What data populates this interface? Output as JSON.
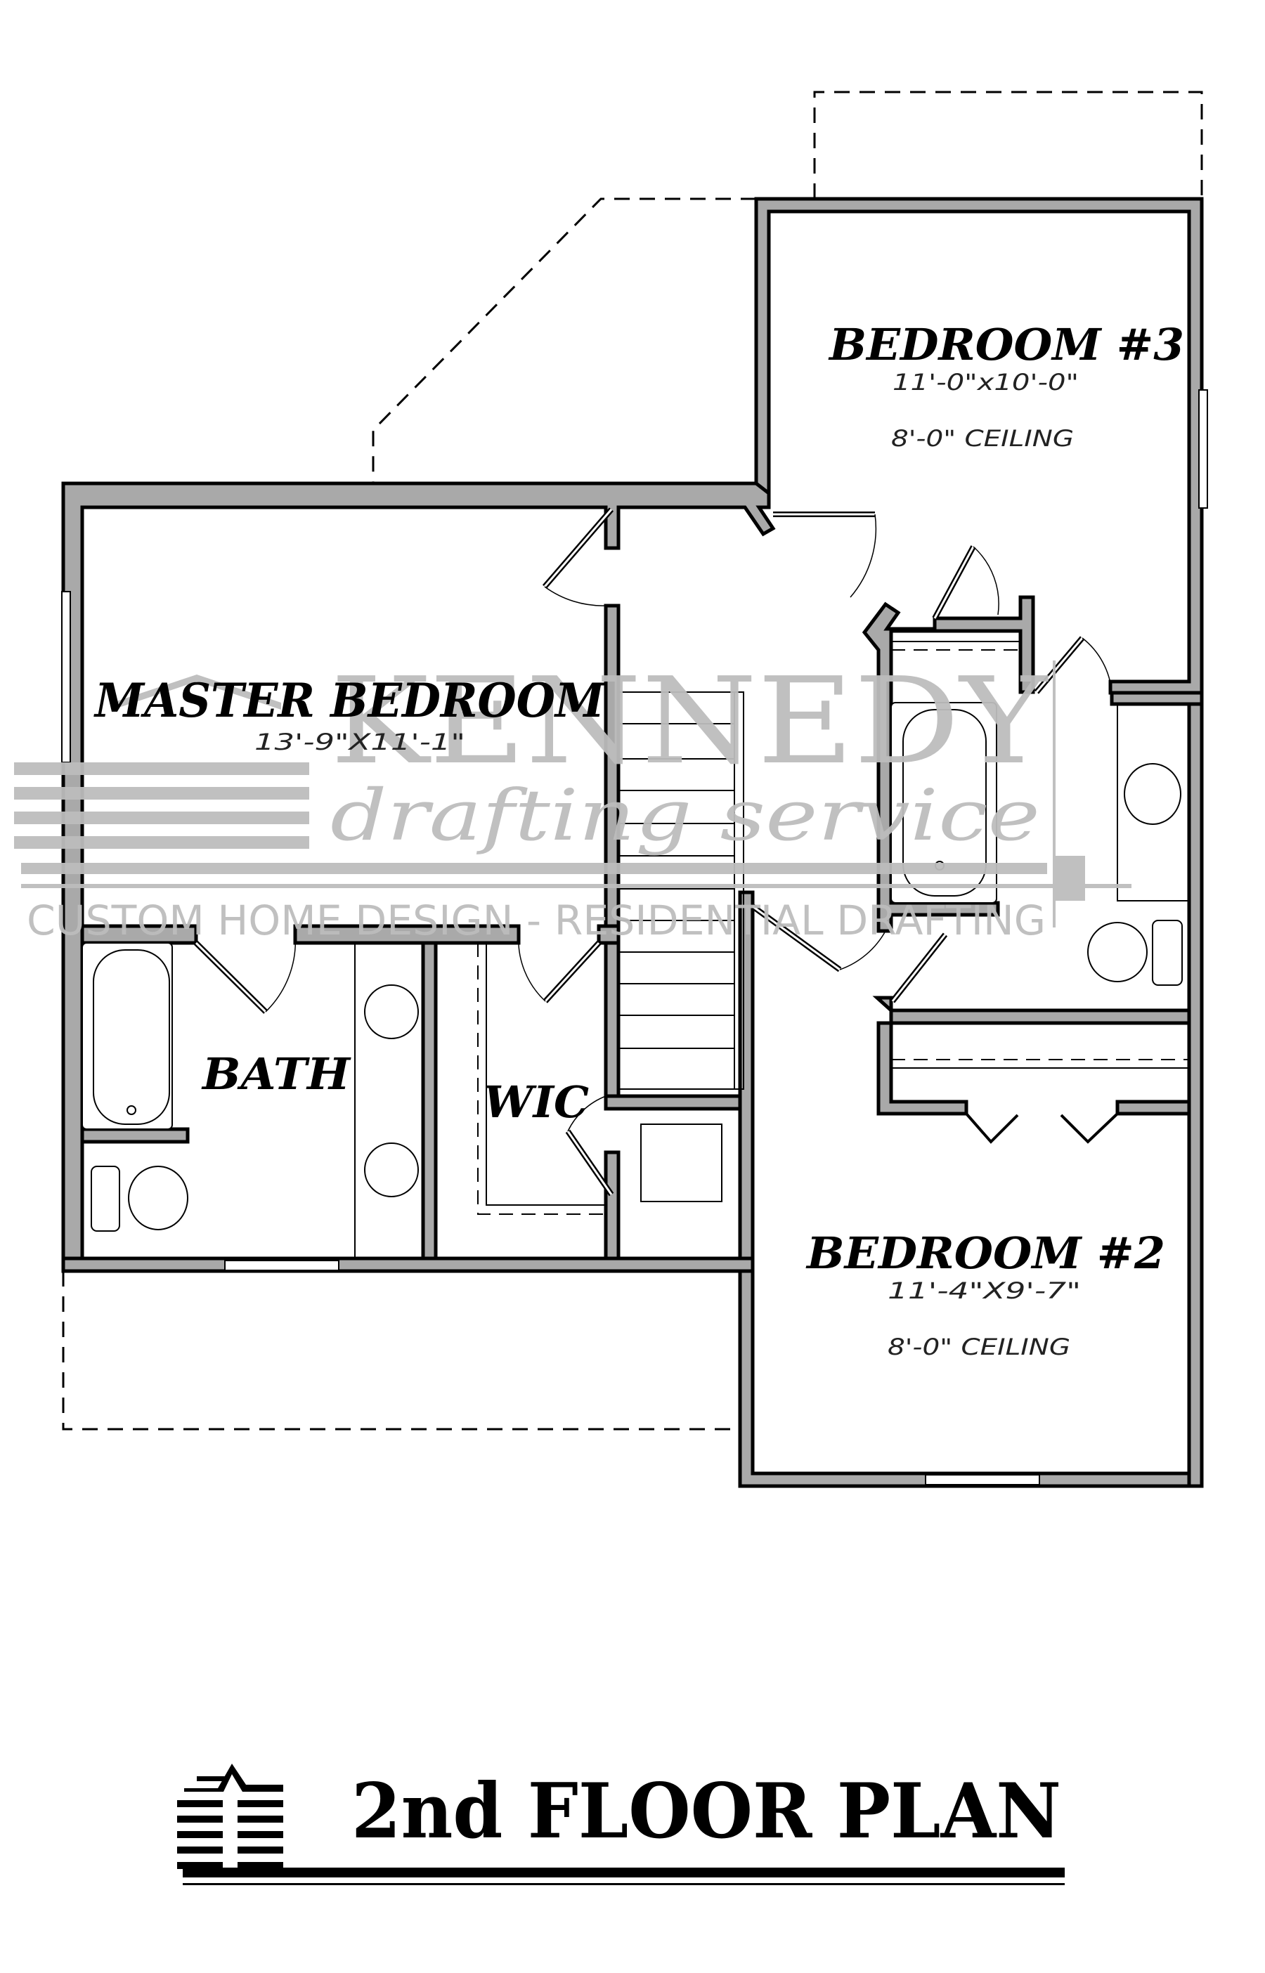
{
  "drawing": {
    "title": "2nd FLOOR PLAN",
    "type": "architectural floor plan"
  },
  "rooms": [
    {
      "id": "master-bedroom",
      "name": "MASTER BEDROOM",
      "dimensions": "13'-9\"X11'-1\"",
      "ceiling": ""
    },
    {
      "id": "bedroom-3",
      "name": "BEDROOM #3",
      "dimensions": "11'-0\"x10'-0\"",
      "ceiling": "8'-0\"  CEILING"
    },
    {
      "id": "bedroom-2",
      "name": "BEDROOM #2",
      "dimensions": "11'-4\"X9'-7\"",
      "ceiling": "8'-0\"  CEILING"
    },
    {
      "id": "bath",
      "name": "BATH",
      "dimensions": "",
      "ceiling": ""
    },
    {
      "id": "wic",
      "name": "WIC",
      "dimensions": "",
      "ceiling": ""
    }
  ],
  "watermark": {
    "line1": "KENNEDY",
    "line2": "drafting service",
    "line3": "CUSTOM HOME DESIGN - RESIDENTIAL DRAFTING"
  },
  "colors": {
    "wall_fill": "#a9a9a9",
    "line": "#000000",
    "watermark": "#bdbdbd",
    "background": "#ffffff"
  }
}
